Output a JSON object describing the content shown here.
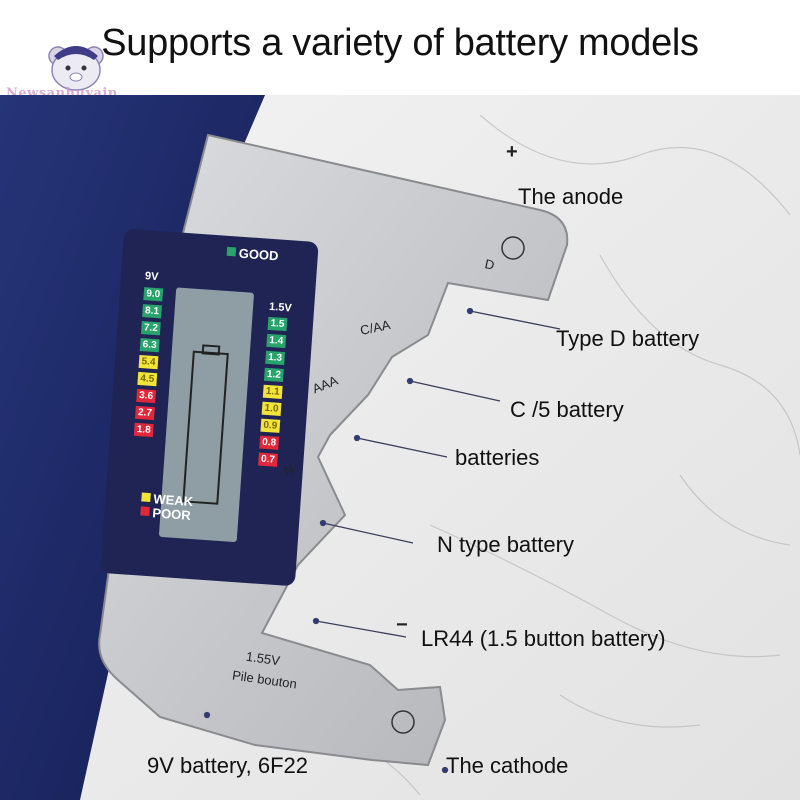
{
  "title": "Supports a variety of battery models",
  "watermark": "Newsanhuyain",
  "labels": {
    "anode": "The anode",
    "type_d": "Type D battery",
    "c5": "C /5 battery",
    "batteries": "batteries",
    "n_type": "N type battery",
    "lr44": "LR44 (1.5 button battery)",
    "nine_v": "9V battery, 6F22",
    "cathode": "The cathode"
  },
  "device": {
    "slot_d": "D",
    "slot_caa": "C/AA",
    "slot_aaa": "AAA",
    "slot_n": "N",
    "button_voltage": "1.55V",
    "button_label": "Pile bouton",
    "plus_symbol": "+",
    "minus_symbol": "−"
  },
  "lcd": {
    "good": "GOOD",
    "weak": "WEAK",
    "poor": "POOR",
    "left_header": "9V",
    "right_header": "1.5V",
    "left_scale": [
      {
        "value": "9.0",
        "color": "#27a36b"
      },
      {
        "value": "8.1",
        "color": "#27a36b"
      },
      {
        "value": "7.2",
        "color": "#27a36b"
      },
      {
        "value": "6.3",
        "color": "#27a36b"
      },
      {
        "value": "5.4",
        "color": "#f2e43a"
      },
      {
        "value": "4.5",
        "color": "#f2e43a"
      },
      {
        "value": "3.6",
        "color": "#e0283a"
      },
      {
        "value": "2.7",
        "color": "#e0283a"
      },
      {
        "value": "1.8",
        "color": "#e0283a"
      }
    ],
    "right_scale": [
      {
        "value": "1.5",
        "color": "#27a36b"
      },
      {
        "value": "1.4",
        "color": "#27a36b"
      },
      {
        "value": "1.3",
        "color": "#27a36b"
      },
      {
        "value": "1.2",
        "color": "#27a36b"
      },
      {
        "value": "1.1",
        "color": "#f2e43a"
      },
      {
        "value": "1.0",
        "color": "#f2e43a"
      },
      {
        "value": "0.9",
        "color": "#f2e43a"
      },
      {
        "value": "0.8",
        "color": "#e0283a"
      },
      {
        "value": "0.7",
        "color": "#e0283a"
      }
    ]
  },
  "colors": {
    "navy_background": "#1d2a6c",
    "marble": "#eeeeee",
    "device_silver": "#c9cacc",
    "lcd_navy": "#1f2455",
    "good_green": "#27a36b",
    "weak_yellow": "#f2e43a",
    "poor_red": "#e0283a"
  }
}
